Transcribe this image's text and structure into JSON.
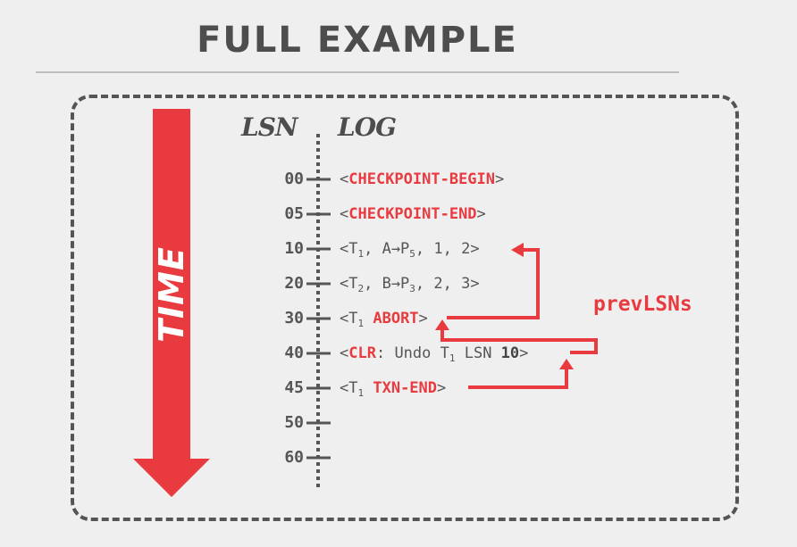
{
  "title": "FULL EXAMPLE",
  "headers": {
    "lsn": "LSN",
    "log": "LOG"
  },
  "time_label": "TIME",
  "annotation": "prevLSNs",
  "colors": {
    "accent": "#e83a3f",
    "text": "#555555",
    "frame": "#555555"
  },
  "entries": [
    {
      "lsn": "00",
      "parts": [
        {
          "t": "<"
        },
        {
          "t": "CHECKPOINT-BEGIN",
          "c": "red"
        },
        {
          "t": ">"
        }
      ]
    },
    {
      "lsn": "05",
      "parts": [
        {
          "t": "<"
        },
        {
          "t": "CHECKPOINT-END",
          "c": "red"
        },
        {
          "t": ">"
        }
      ]
    },
    {
      "lsn": "10",
      "parts": [
        {
          "t": "<T"
        },
        {
          "t": "1",
          "c": "sub"
        },
        {
          "t": ", A→P"
        },
        {
          "t": "5",
          "c": "sub"
        },
        {
          "t": ", 1, 2>"
        }
      ]
    },
    {
      "lsn": "20",
      "parts": [
        {
          "t": "<T"
        },
        {
          "t": "2",
          "c": "sub"
        },
        {
          "t": ", B→P"
        },
        {
          "t": "3",
          "c": "sub"
        },
        {
          "t": ", 2, 3>"
        }
      ]
    },
    {
      "lsn": "30",
      "parts": [
        {
          "t": "<T"
        },
        {
          "t": "1",
          "c": "sub"
        },
        {
          "t": " "
        },
        {
          "t": "ABORT",
          "c": "red"
        },
        {
          "t": ">"
        }
      ]
    },
    {
      "lsn": "40",
      "parts": [
        {
          "t": "<"
        },
        {
          "t": "CLR",
          "c": "red"
        },
        {
          "t": ": Undo T"
        },
        {
          "t": "1",
          "c": "sub"
        },
        {
          "t": " LSN "
        },
        {
          "t": "10",
          "c": "bold"
        },
        {
          "t": ">"
        }
      ]
    },
    {
      "lsn": "45",
      "parts": [
        {
          "t": "<T"
        },
        {
          "t": "1",
          "c": "sub"
        },
        {
          "t": " "
        },
        {
          "t": "TXN-END",
          "c": "red"
        },
        {
          "t": ">"
        }
      ]
    },
    {
      "lsn": "50",
      "parts": []
    },
    {
      "lsn": "60",
      "parts": []
    }
  ]
}
